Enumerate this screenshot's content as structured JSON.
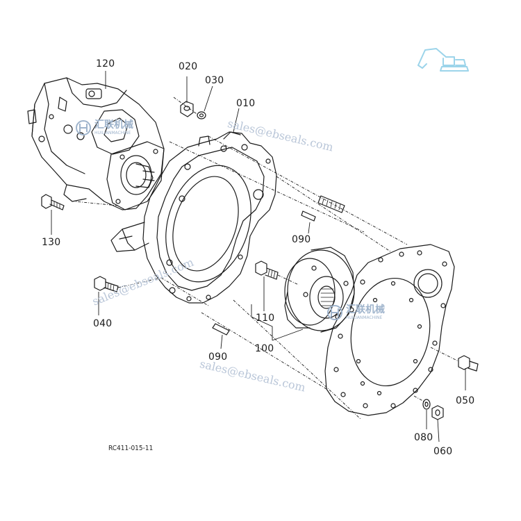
{
  "part_labels": {
    "p120": "120",
    "p020": "020",
    "p030": "030",
    "p010": "010",
    "p130": "130",
    "p090a": "090",
    "p040": "040",
    "p110": "110",
    "p090b": "090",
    "p100": "100",
    "p050": "050",
    "p080": "080",
    "p060": "060"
  },
  "drawing_code": "RC411-015-11",
  "watermarks": {
    "email": "sales@ebseals.com",
    "brand_cn": "汇联机械",
    "brand_en": "HUILIANMACHINE",
    "logo_icon": "huilian-logo-icon",
    "excavator_icon": "excavator-icon"
  },
  "colors": {
    "ink": "#1a1a1a",
    "watermark": "#b9c6d8",
    "brand": "#9fb4cc",
    "excavator": "#9cd4ea"
  }
}
